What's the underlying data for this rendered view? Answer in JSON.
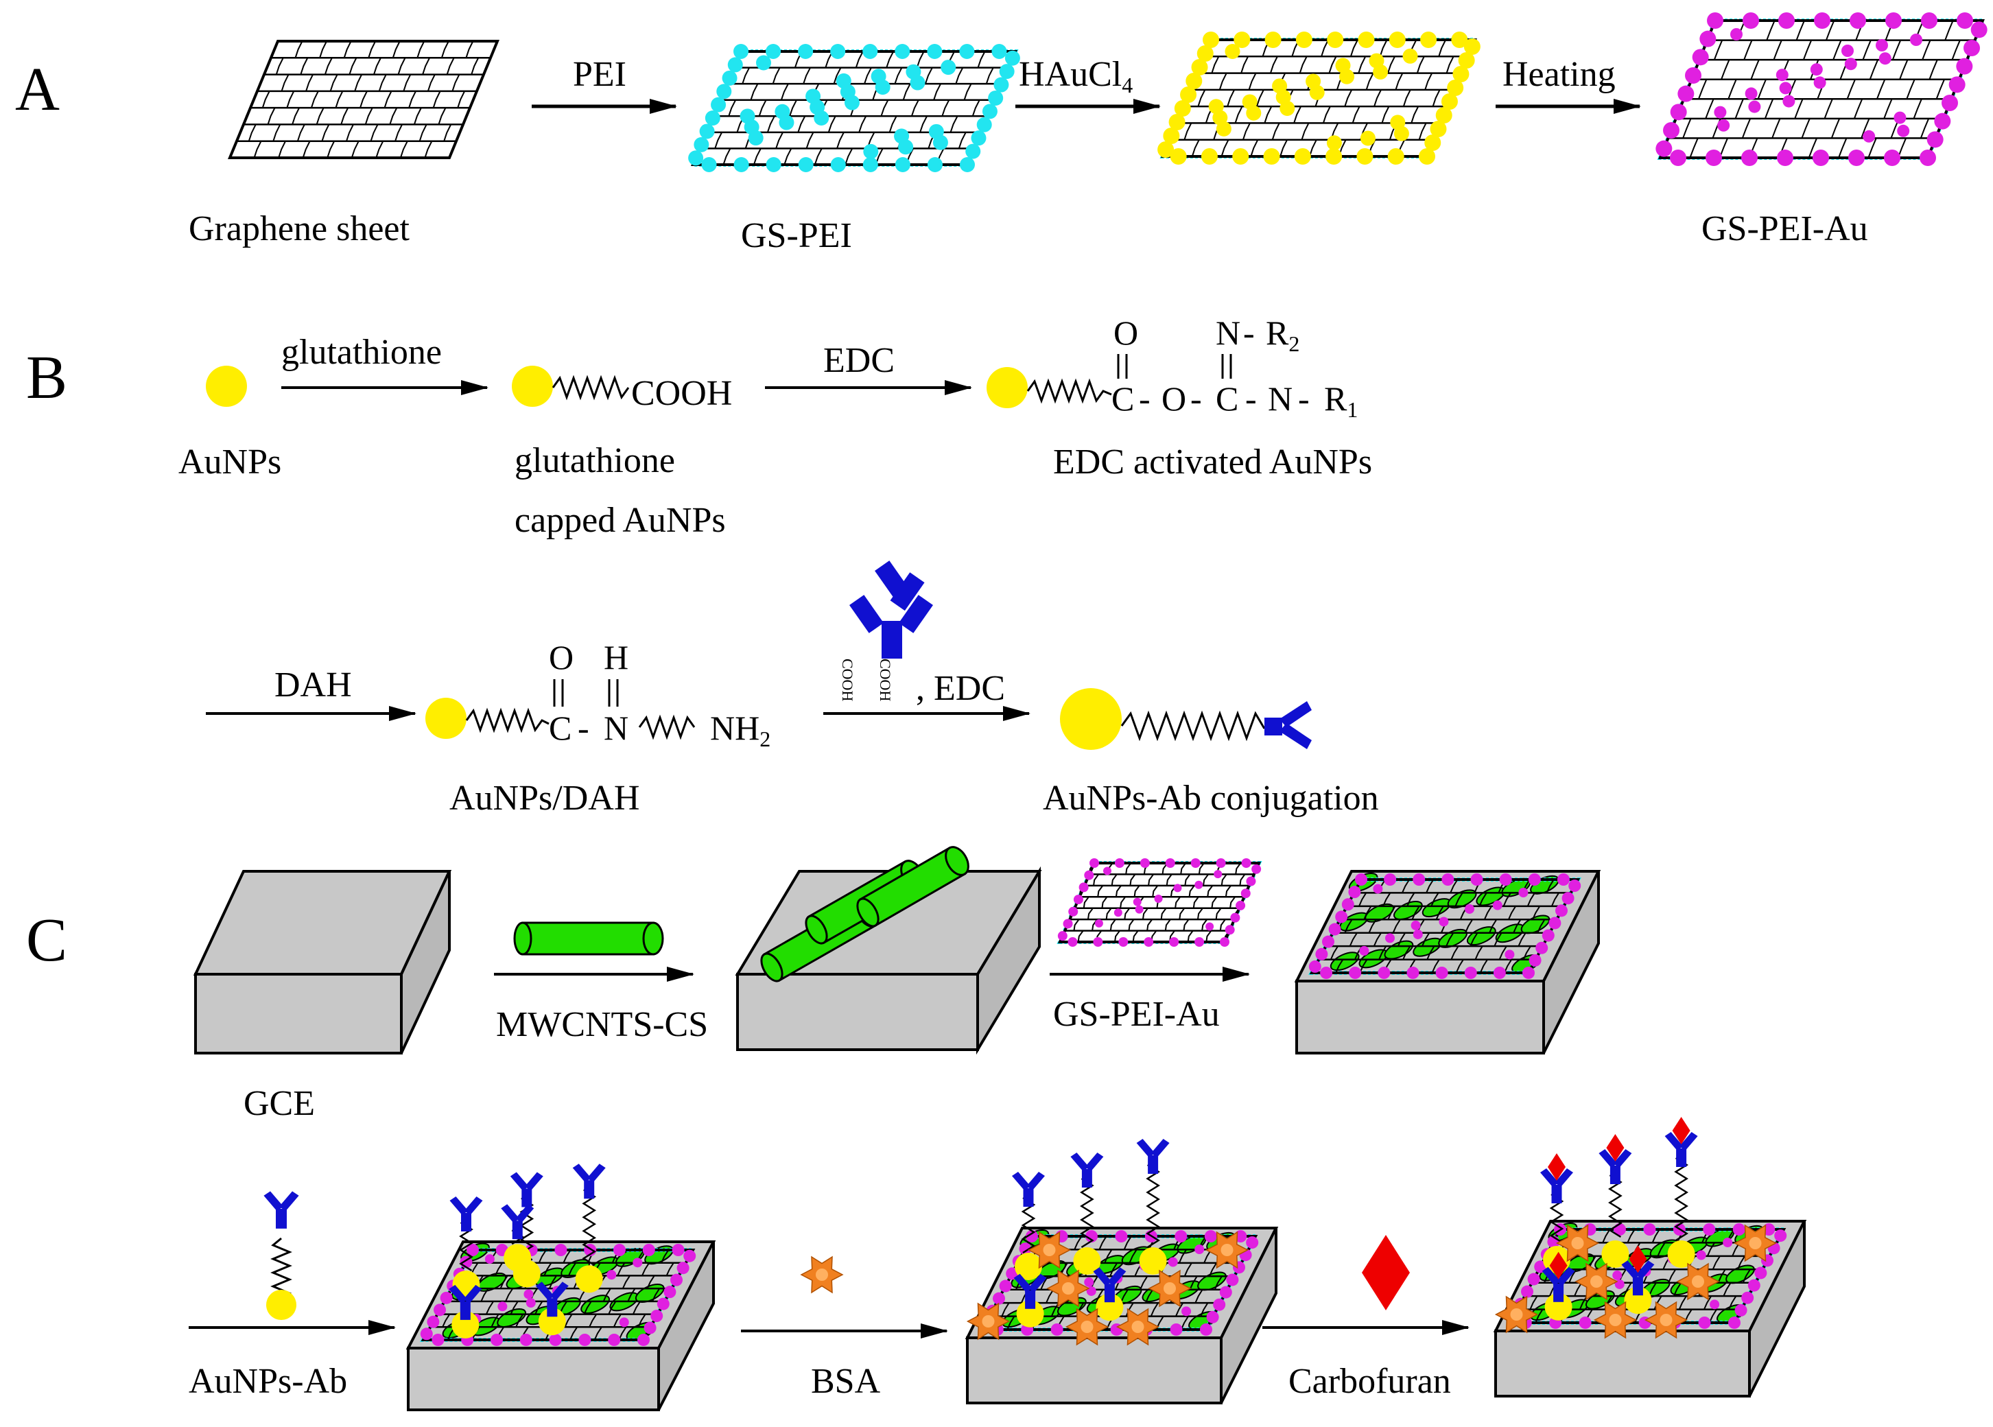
{
  "panels": {
    "a": "A",
    "b": "B",
    "c": "C"
  },
  "panel_a": {
    "step1": "PEI",
    "step2_main": "HAuCl",
    "step2_sub": "4",
    "step3": "Heating",
    "label_graphene": "Graphene sheet",
    "label_gspei": "GS-PEI",
    "label_gspeiau": "GS-PEI-Au"
  },
  "panel_b": {
    "step_glutathione": "glutathione",
    "step_edc": "EDC",
    "step_dah": "DAH",
    "step_ab_edc": ", EDC",
    "ab_cooh": "COOH",
    "label_aunps": "AuNPs",
    "label_capped_1": "glutathione",
    "label_capped_2": "capped  AuNPs",
    "label_edc_activated": "EDC activated AuNPs",
    "label_dah": "AuNPs/DAH",
    "label_conj": "AuNPs-Ab conjugation",
    "chem": {
      "cooh": "COOH",
      "o": "O",
      "c": "C",
      "dash": "-",
      "n": "N",
      "r": "R",
      "r2": "2",
      "r1": "1",
      "h": "H",
      "nh": "NH",
      "nh_sub": "2",
      "double": "||"
    }
  },
  "panel_c": {
    "step_mwcnts": "MWCNTS-CS",
    "step_gspeiau": "GS-PEI-Au",
    "label_gce": "GCE",
    "step_aunps_ab": "AuNPs-Ab",
    "step_bsa": "BSA",
    "step_carbofuran": "Carbofuran"
  },
  "colors": {
    "pei_cyan": "#22e5f0",
    "gold_yellow": "#ffee00",
    "au_magenta": "#e020e0",
    "antibody_blue": "#1010d0",
    "cnt_green": "#22dd00",
    "electrode_gray": "#c8c8c8",
    "bsa_orange": "#f08020",
    "carbofuran_red": "#ee0000"
  }
}
